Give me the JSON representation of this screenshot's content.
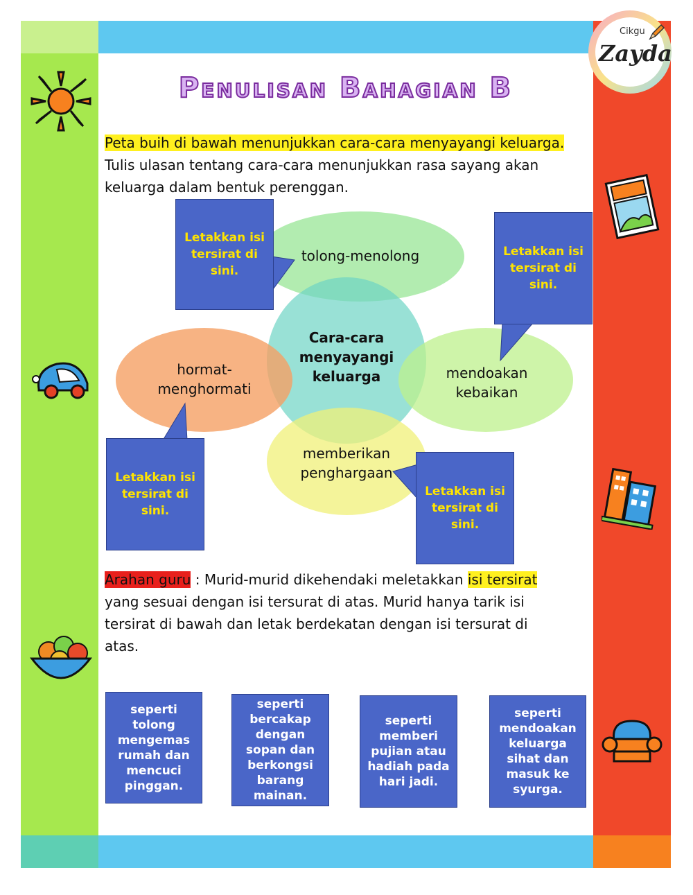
{
  "title": "Penulisan Bahagian B",
  "logo": {
    "small": "Cikgu",
    "big": "Zayda"
  },
  "intro": {
    "highlight": "Peta buih di bawah menunjukkan cara-cara menyayangi keluarga.",
    "line2": "Tulis ulasan tentang cara-cara menunjukkan rasa sayang akan",
    "line3": "keluarga dalam bentuk perenggan."
  },
  "bubble_map": {
    "center": [
      "Cara-cara",
      "menyayangi",
      "keluarga"
    ],
    "top": "tolong-menolong",
    "left": [
      "hormat-",
      "menghormati"
    ],
    "right": [
      "mendoakan",
      "kebaikan"
    ],
    "bottom": [
      "memberikan",
      "penghargaan"
    ]
  },
  "callout_text": [
    "Letakkan isi",
    "tersirat di",
    "sini."
  ],
  "instruction": {
    "label": "Arahan guru",
    "sep": " : Murid-murid dikehendaki meletakkan ",
    "highlight": "isi tersirat",
    "line2": "yang sesuai dengan isi tersurat di atas. Murid hanya tarik isi",
    "line3": "tersirat di bawah dan letak berdekatan dengan isi tersurat di",
    "line4": "atas."
  },
  "cards": [
    [
      "seperti",
      "tolong",
      "mengemas",
      "rumah dan",
      "mencuci",
      "pinggan."
    ],
    [
      "seperti",
      "bercakap",
      "dengan",
      "sopan dan",
      "berkongsi",
      "barang",
      "mainan."
    ],
    [
      "seperti",
      "memberi",
      "pujian atau",
      "hadiah pada",
      "hari jadi."
    ],
    [
      "seperti",
      "mendoakan",
      "keluarga",
      "sihat dan",
      "masuk ke",
      "syurga."
    ]
  ],
  "icons": [
    "sun-icon",
    "car-icon",
    "fruit-bowl-icon",
    "window-icon",
    "building-icon",
    "armchair-icon",
    "pencil-icon"
  ],
  "colors": {
    "left_band": "#a6e84e",
    "right_band": "#f0482a",
    "top_band": "#5ec8f0",
    "callout": "#4a66c8",
    "callout_text": "#ffe400",
    "title_fill": "#d9b3f2",
    "title_stroke": "#7a2c9e"
  }
}
